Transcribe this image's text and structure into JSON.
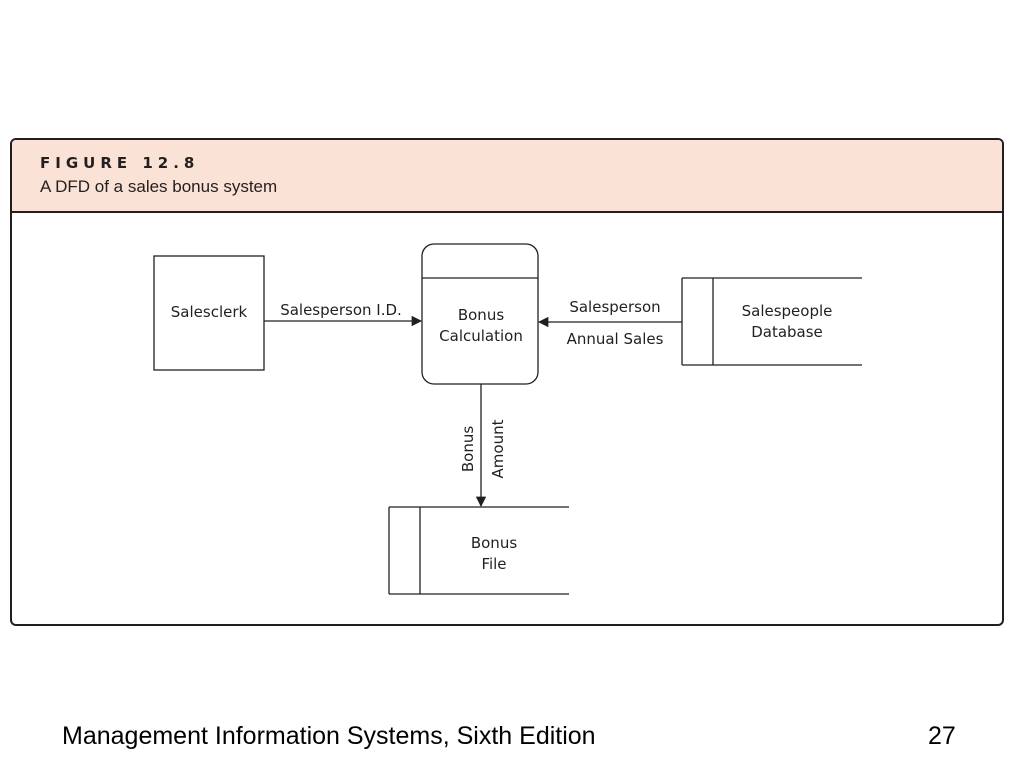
{
  "figure": {
    "number": "FIGURE 12.8",
    "caption": "A DFD of a sales bonus system"
  },
  "diagram": {
    "external_entity": {
      "label": "Salesclerk"
    },
    "process": {
      "label_line1": "Bonus",
      "label_line2": "Calculation"
    },
    "data_store_salespeople": {
      "label_line1": "Salespeople",
      "label_line2": "Database"
    },
    "data_store_bonus": {
      "label_line1": "Bonus",
      "label_line2": "File"
    },
    "flows": {
      "salesperson_id": "Salesperson I.D.",
      "salesperson_annual_sales_line1": "Salesperson",
      "salesperson_annual_sales_line2": "Annual Sales",
      "bonus_amount_line1": "Bonus",
      "bonus_amount_line2": "Amount"
    }
  },
  "footer": {
    "title": "Management Information Systems, Sixth Edition",
    "page": "27"
  }
}
